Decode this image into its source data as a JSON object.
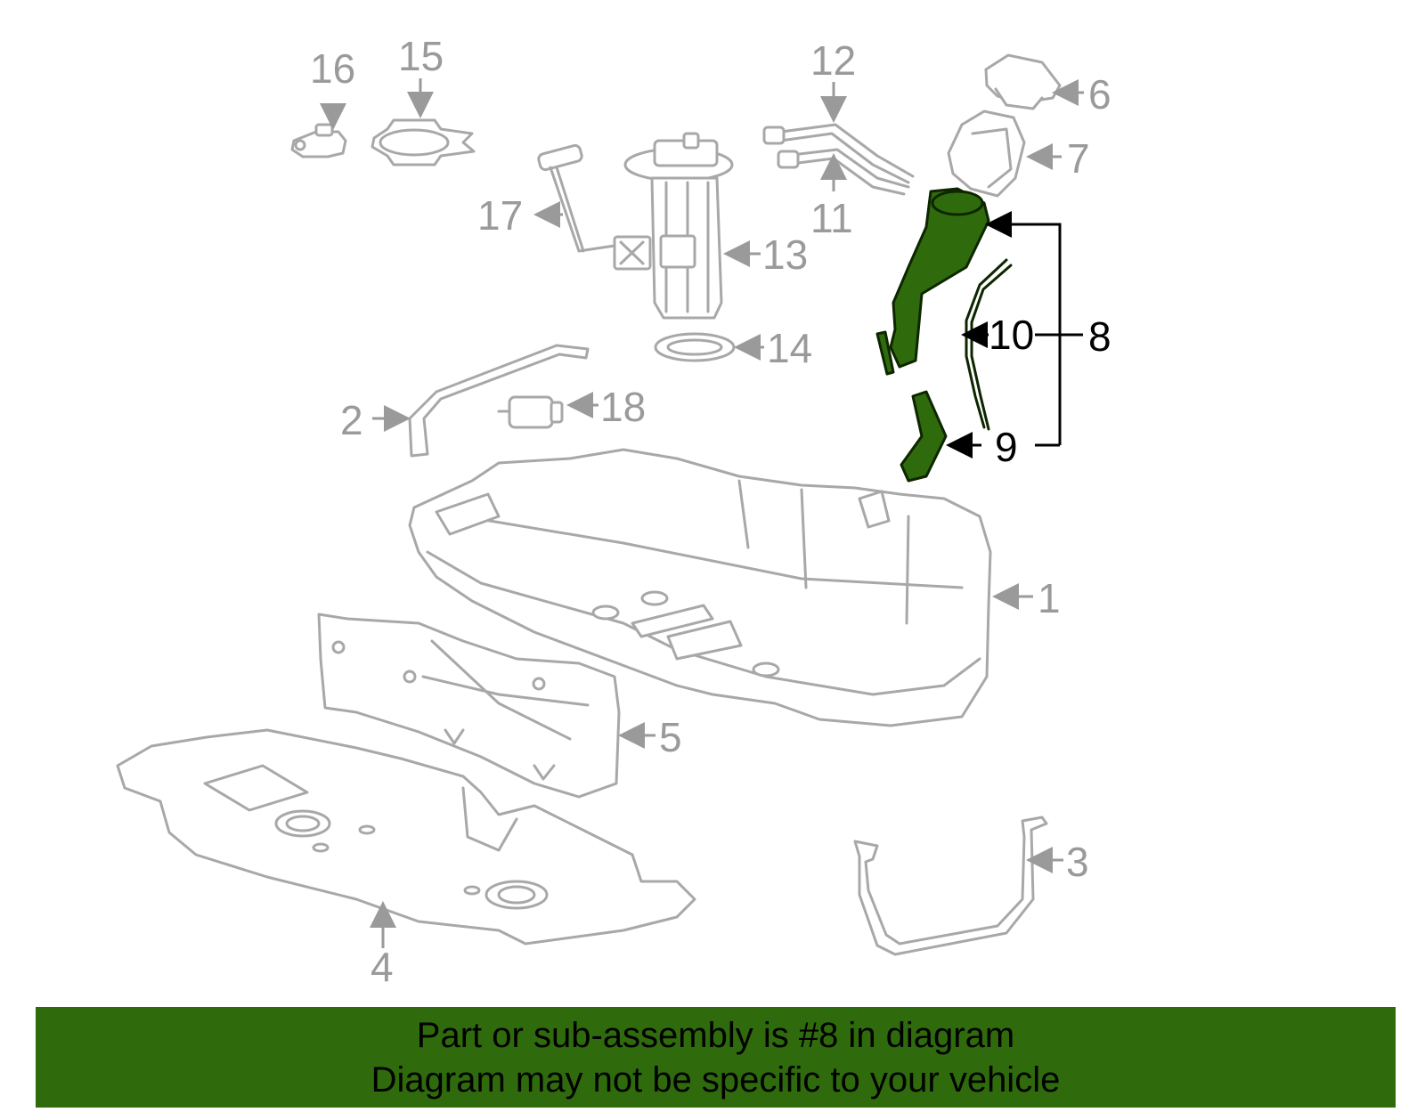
{
  "colors": {
    "highlight": "#2f6b0c",
    "banner": "#2f6b0c",
    "part_outline": "#a8a8a8",
    "callout_gray": "#9a9a9a",
    "callout_black": "#000000"
  },
  "callouts": [
    {
      "num": "1",
      "highlighted": false
    },
    {
      "num": "2",
      "highlighted": false
    },
    {
      "num": "3",
      "highlighted": false
    },
    {
      "num": "4",
      "highlighted": false
    },
    {
      "num": "5",
      "highlighted": false
    },
    {
      "num": "6",
      "highlighted": false
    },
    {
      "num": "7",
      "highlighted": false
    },
    {
      "num": "8",
      "highlighted": true
    },
    {
      "num": "9",
      "highlighted": true
    },
    {
      "num": "10",
      "highlighted": true
    },
    {
      "num": "11",
      "highlighted": false
    },
    {
      "num": "12",
      "highlighted": false
    },
    {
      "num": "13",
      "highlighted": false
    },
    {
      "num": "14",
      "highlighted": false
    },
    {
      "num": "15",
      "highlighted": false
    },
    {
      "num": "16",
      "highlighted": false
    },
    {
      "num": "17",
      "highlighted": false
    },
    {
      "num": "18",
      "highlighted": false
    }
  ],
  "banner": {
    "line1": "Part or sub-assembly is #8 in diagram",
    "line2": "Diagram may not be specific to your vehicle"
  }
}
